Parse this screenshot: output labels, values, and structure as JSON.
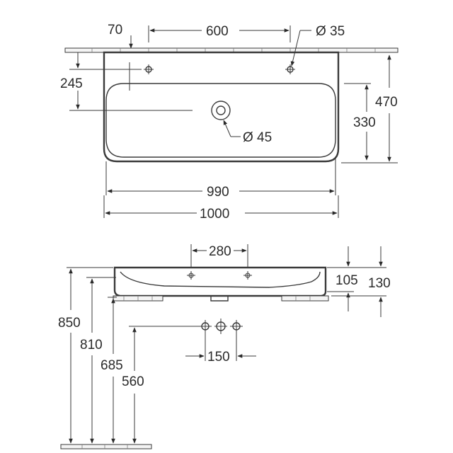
{
  "top_view": {
    "dim_70": "70",
    "dim_600": "600",
    "dim_tap_hole": "Ø 35",
    "dim_245": "245",
    "dim_470": "470",
    "dim_330": "330",
    "dim_waste": "Ø 45",
    "dim_990": "990",
    "dim_1000": "1000"
  },
  "side_view": {
    "dim_280": "280",
    "dim_105": "105",
    "dim_130": "130",
    "dim_850": "850",
    "dim_810": "810",
    "dim_685": "685",
    "dim_560": "560",
    "dim_150": "150"
  }
}
